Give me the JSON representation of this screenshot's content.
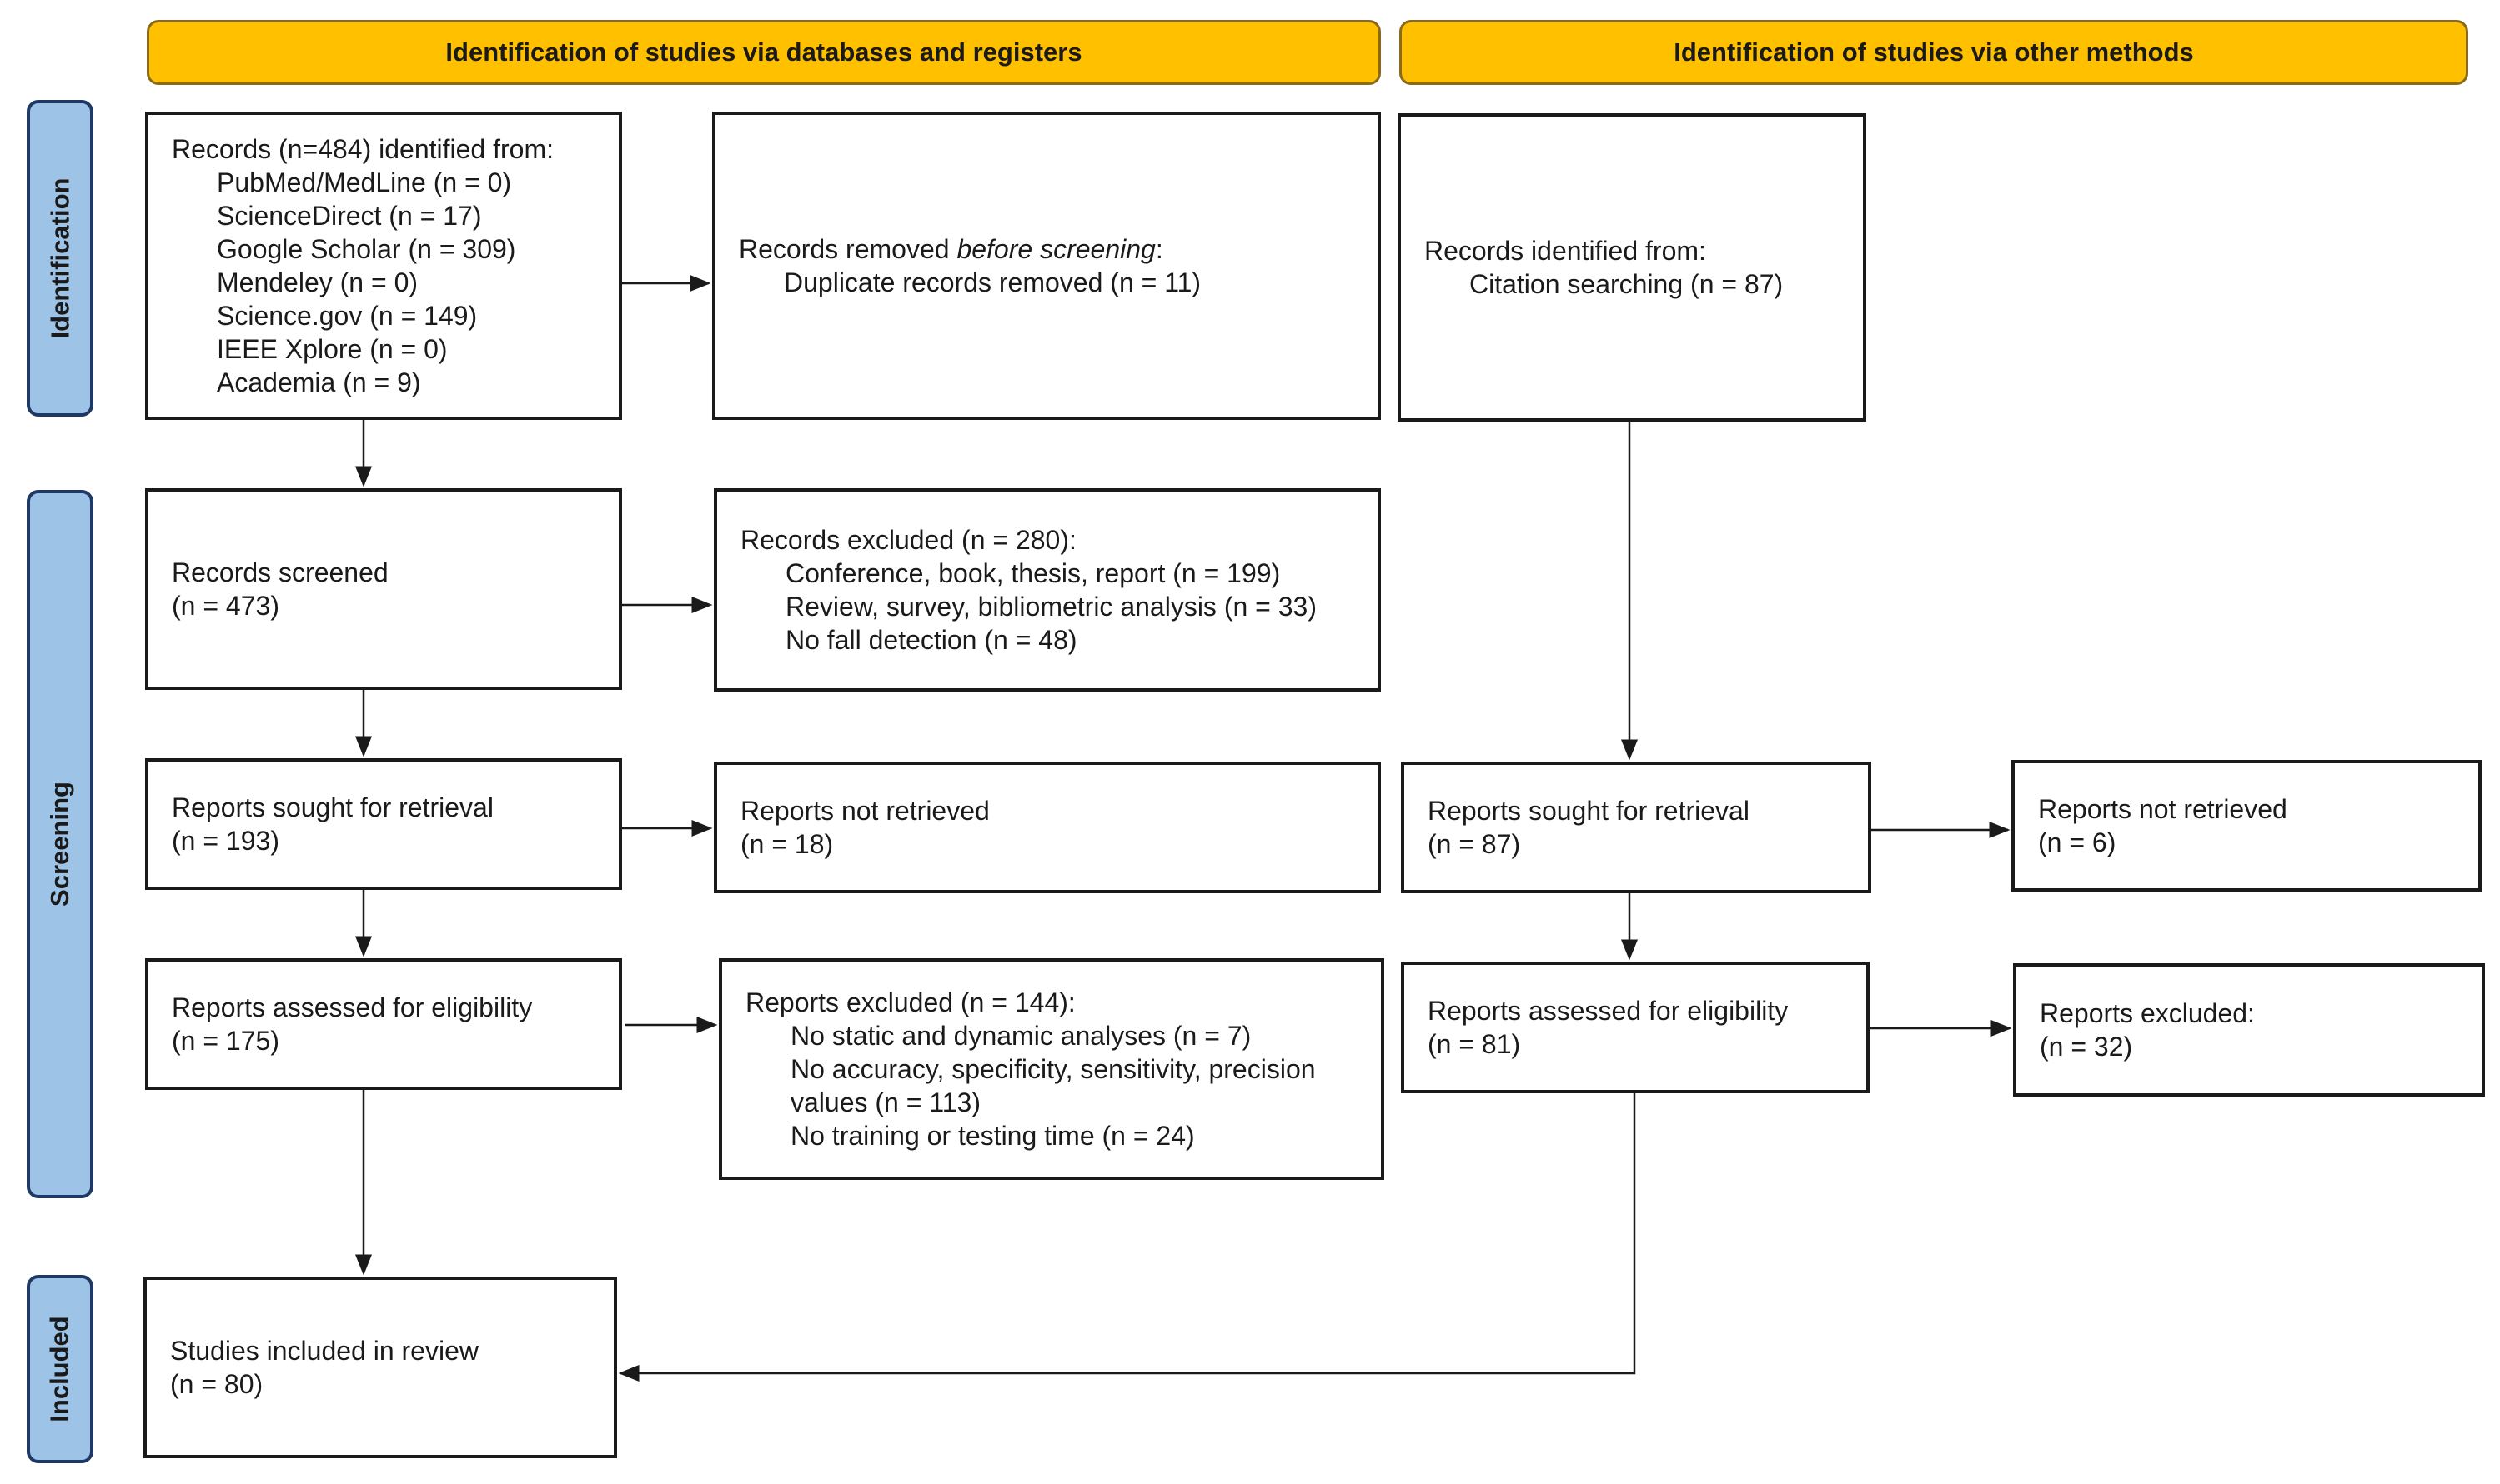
{
  "headers": {
    "databases": "Identification of studies via databases and registers",
    "other": "Identification of studies via other methods"
  },
  "phases": {
    "identification": "Identification",
    "screening": "Screening",
    "included": "Included"
  },
  "db": {
    "records_identified": {
      "title": "Records (n=484) identified from:",
      "sources": [
        "PubMed/MedLine (n = 0)",
        "ScienceDirect (n = 17)",
        "Google Scholar (n = 309)",
        "Mendeley (n = 0)",
        "Science.gov (n = 149)",
        "IEEE Xplore (n = 0)",
        "Academia (n = 9)"
      ]
    },
    "records_removed": {
      "prefix": "Records removed ",
      "emphasis": "before screening",
      "suffix": ":",
      "item": "Duplicate records removed (n = 11)"
    },
    "records_screened": {
      "title": "Records screened",
      "n": "(n = 473)"
    },
    "records_excluded": {
      "title": "Records excluded (n = 280):",
      "items": [
        "Conference, book, thesis, report (n = 199)",
        "Review, survey, bibliometric analysis (n = 33)",
        "No fall detection (n = 48)"
      ]
    },
    "reports_sought": {
      "title": "Reports sought for retrieval",
      "n": "(n = 193)"
    },
    "reports_not_retrieved": {
      "title": "Reports not retrieved",
      "n": "(n = 18)"
    },
    "reports_assessed": {
      "title": "Reports assessed for eligibility",
      "n": "(n = 175)"
    },
    "reports_excluded": {
      "title": "Reports excluded (n = 144):",
      "items": [
        "No static and dynamic analyses (n = 7)",
        "No accuracy, specificity, sensitivity, precision",
        "values (n = 113)",
        "No training or testing time (n = 24)"
      ]
    },
    "included": {
      "title": "Studies included in review",
      "n": "(n = 80)"
    }
  },
  "other": {
    "records_identified": {
      "title": "Records identified from:",
      "item": "Citation searching (n = 87)"
    },
    "reports_sought": {
      "title": "Reports sought for retrieval",
      "n": "(n = 87)"
    },
    "reports_not_retrieved": {
      "title": "Reports not retrieved",
      "n": "(n = 6)"
    },
    "reports_assessed": {
      "title": "Reports assessed for eligibility",
      "n": "(n = 81)"
    },
    "reports_excluded": {
      "title": "Reports excluded:",
      "n": "(n = 32)"
    }
  },
  "colors": {
    "header_fill": "#FFC000",
    "phase_fill": "#9DC3E6",
    "phase_border": "#1F3864"
  }
}
